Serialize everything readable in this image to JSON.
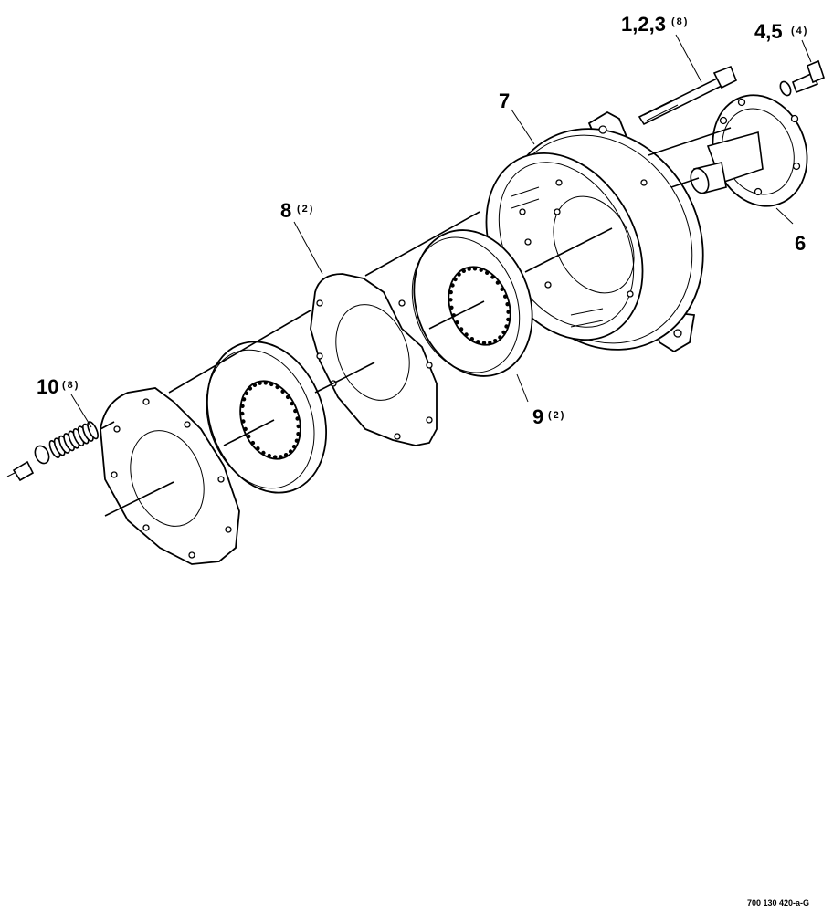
{
  "callouts": {
    "c123": {
      "label": "1,2,3",
      "qty": "(8)"
    },
    "c45": {
      "label": "4,5",
      "qty": "(4)"
    },
    "c7": {
      "label": "7",
      "qty": ""
    },
    "c6": {
      "label": "6",
      "qty": ""
    },
    "c8": {
      "label": "8",
      "qty": "(2)"
    },
    "c9": {
      "label": "9",
      "qty": "(2)"
    },
    "c10": {
      "label": "10",
      "qty": "(8)"
    }
  },
  "figure_id": "700 130 420-a-G"
}
